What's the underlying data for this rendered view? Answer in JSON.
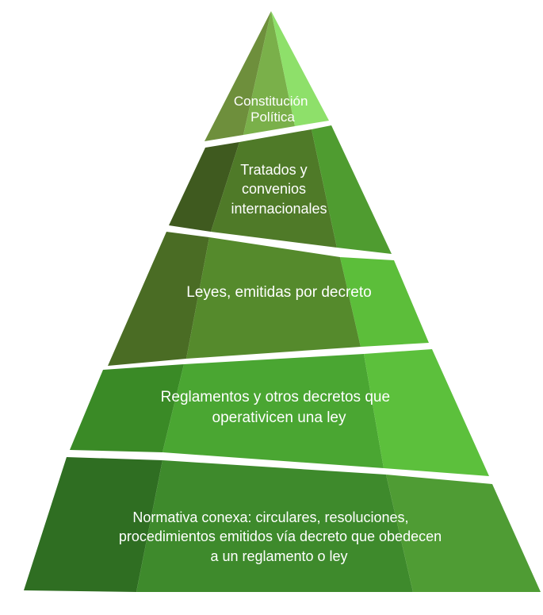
{
  "pyramid": {
    "tiers": [
      {
        "lines": [
          "Constitución",
          "Política"
        ],
        "colors": [
          "#6e8f3c",
          "#7ab04a",
          "#8ee06a"
        ]
      },
      {
        "lines": [
          "Tratados y",
          "convenios",
          "internacionales"
        ],
        "colors": [
          "#3f5a1f",
          "#4f7a28",
          "#4f9c30"
        ]
      },
      {
        "lines": [
          "Leyes, emitidas por decreto"
        ],
        "colors": [
          "#4a6c24",
          "#558a2c",
          "#5cbe3a"
        ]
      },
      {
        "lines": [
          "Reglamentos y otros decretos que",
          "operativicen una ley"
        ],
        "colors": [
          "#3a8a26",
          "#4aa632",
          "#5cc03c"
        ]
      },
      {
        "lines": [
          "Normativa conexa: circulares, resoluciones,",
          "procedimientos emitidos vía decreto que obedecen",
          "a un reglamento o ley"
        ],
        "colors": [
          "#2f6e22",
          "#3e8a2c",
          "#4f9c34"
        ]
      }
    ]
  }
}
